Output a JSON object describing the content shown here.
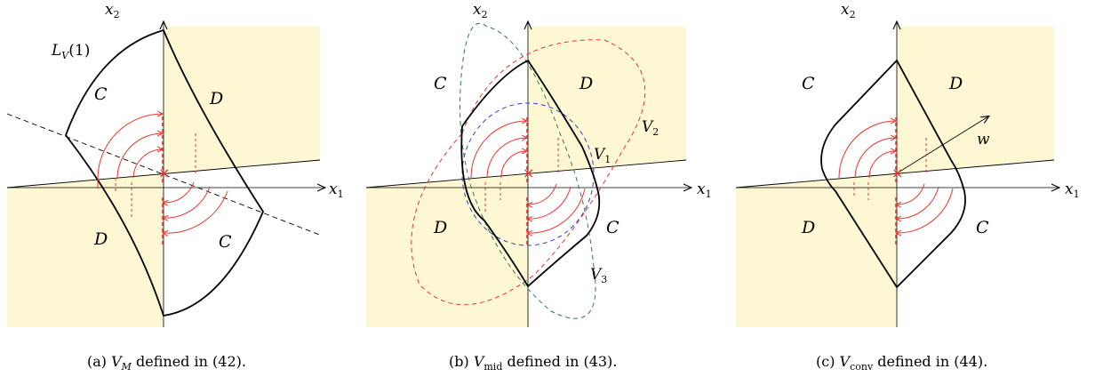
{
  "colors": {
    "shade": "#fdf8d3",
    "red": "#e8342e",
    "blue": "#2f3fd6",
    "green": "#2f7a4c",
    "axis": "#000000"
  },
  "panels": [
    {
      "id": "a",
      "axis_x1": "x",
      "axis_x1_sub": "1",
      "axis_x2": "x",
      "axis_x2_sub": "2",
      "region_C": "C",
      "region_D": "D",
      "level_label_main": "L",
      "level_label_sub": "V",
      "level_label_arg": "(1)",
      "caption_prefix": "(a) ",
      "caption_sym": "V",
      "caption_sub": "M",
      "caption_suffix": " defined in (42)."
    },
    {
      "id": "b",
      "axis_x1": "x",
      "axis_x1_sub": "1",
      "axis_x2": "x",
      "axis_x2_sub": "2",
      "region_C": "C",
      "region_D": "D",
      "curve_V1": "V",
      "curve_V1_sub": "1",
      "curve_V2": "V",
      "curve_V2_sub": "2",
      "curve_V3": "V",
      "curve_V3_sub": "3",
      "caption_prefix": "(b) ",
      "caption_sym": "V",
      "caption_sub": "mid",
      "caption_suffix": " defined in (43)."
    },
    {
      "id": "c",
      "axis_x1": "x",
      "axis_x1_sub": "1",
      "axis_x2": "x",
      "axis_x2_sub": "2",
      "region_C": "C",
      "region_D": "D",
      "vector_label": "w",
      "caption_prefix": "(c) ",
      "caption_sym": "V",
      "caption_sub": "conv",
      "caption_suffix": " defined in (44)."
    }
  ]
}
